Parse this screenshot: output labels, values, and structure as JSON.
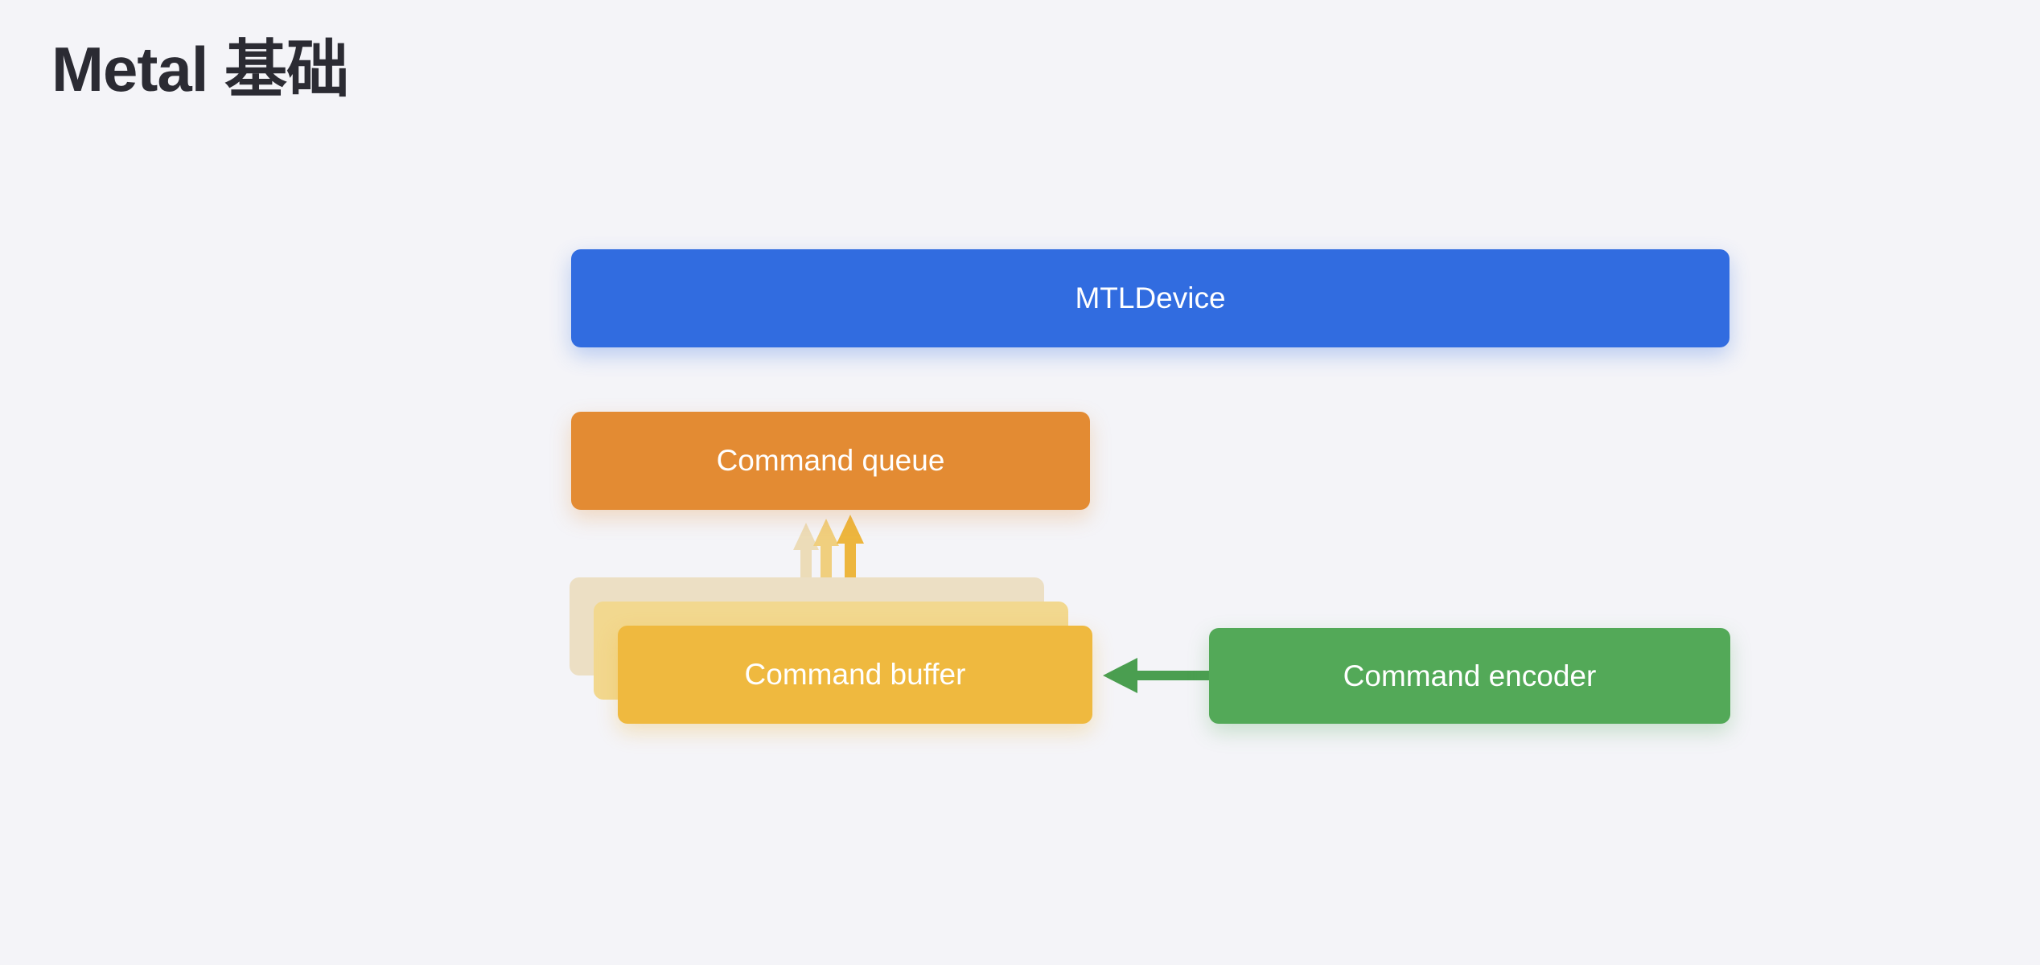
{
  "slide": {
    "title": "Metal 基础",
    "background_color": "#f4f4f8",
    "title_color": "#2b2b33"
  },
  "diagram": {
    "nodes": [
      {
        "id": "mtl-device",
        "label": "MTLDevice",
        "color": "#316ce0",
        "text_color": "#ffffff"
      },
      {
        "id": "command-queue",
        "label": "Command queue",
        "color": "#e38b33",
        "text_color": "#ffffff"
      },
      {
        "id": "command-buffer",
        "label": "Command buffer",
        "color": "#efb93f",
        "text_color": "#ffffff"
      },
      {
        "id": "command-encoder",
        "label": "Command encoder",
        "color": "#53a958",
        "text_color": "#ffffff"
      }
    ],
    "stack_cards": [
      {
        "id": "buffer-card-back",
        "color": "#ecdfc4"
      },
      {
        "id": "buffer-card-mid",
        "color": "#f2d88f"
      }
    ],
    "connectors": [
      {
        "id": "buffer-to-queue-1",
        "from": "command-buffer",
        "to": "command-queue",
        "direction": "up",
        "color": "#ecdcb8"
      },
      {
        "id": "buffer-to-queue-2",
        "from": "command-buffer",
        "to": "command-queue",
        "direction": "up",
        "color": "#f0cf7e"
      },
      {
        "id": "buffer-to-queue-3",
        "from": "command-buffer",
        "to": "command-queue",
        "direction": "up",
        "color": "#edb63e"
      },
      {
        "id": "encoder-to-buffer",
        "from": "command-encoder",
        "to": "command-buffer",
        "direction": "left",
        "color": "#4a9e50"
      }
    ]
  }
}
